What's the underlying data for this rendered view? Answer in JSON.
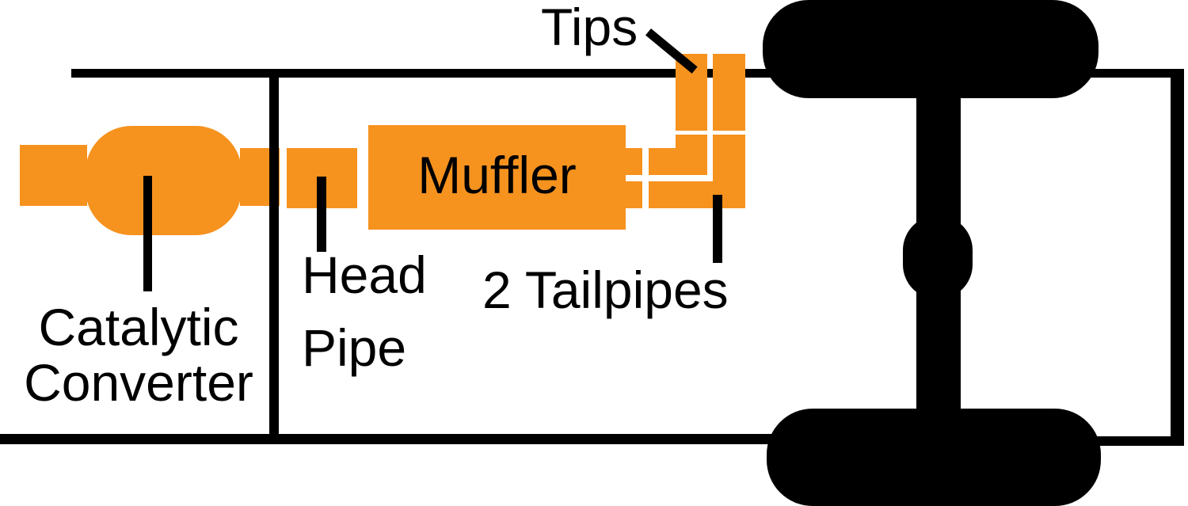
{
  "diagram": {
    "type": "exhaust-system-top-view",
    "colors": {
      "pipe_orange": "#F6921E",
      "frame_black": "#000000",
      "background": "#FFFFFF"
    },
    "labels": {
      "tips": "Tips",
      "muffler": "Muffler",
      "head_pipe": {
        "line1": "Head",
        "line2": "Pipe"
      },
      "tailpipes": "2 Tailpipes",
      "catalytic": {
        "line1": "Catalytic",
        "line2": "Converter"
      }
    }
  }
}
